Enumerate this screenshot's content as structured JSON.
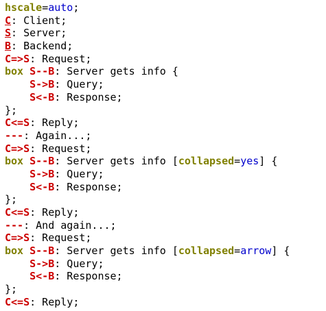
{
  "colors": {
    "keyword": "#808000",
    "entity": "#cc0000",
    "value": "#0000cc",
    "text": "#000000",
    "background": "#ffffff"
  },
  "editor": {
    "lines": [
      [
        {
          "t": "hscale",
          "c": "kw"
        },
        {
          "t": "=",
          "c": "txt"
        },
        {
          "t": "auto",
          "c": "val"
        },
        {
          "t": ";",
          "c": "txt"
        }
      ],
      [
        {
          "t": "C",
          "c": "ent",
          "u": true
        },
        {
          "t": ": Client;",
          "c": "txt"
        }
      ],
      [
        {
          "t": "S",
          "c": "ent",
          "u": true
        },
        {
          "t": ": Server;",
          "c": "txt"
        }
      ],
      [
        {
          "t": "B",
          "c": "ent",
          "u": true
        },
        {
          "t": ": Backend;",
          "c": "txt"
        }
      ],
      [
        {
          "t": "C=>S",
          "c": "ent"
        },
        {
          "t": ": Request;",
          "c": "txt"
        }
      ],
      [
        {
          "t": "box",
          "c": "kw"
        },
        {
          "t": " ",
          "c": "txt"
        },
        {
          "t": "S--B",
          "c": "ent"
        },
        {
          "t": ": Server gets info {",
          "c": "txt"
        }
      ],
      [
        {
          "t": "    ",
          "c": "txt"
        },
        {
          "t": "S->B",
          "c": "ent"
        },
        {
          "t": ": Query;",
          "c": "txt"
        }
      ],
      [
        {
          "t": "    ",
          "c": "txt"
        },
        {
          "t": "S<-B",
          "c": "ent"
        },
        {
          "t": ": Response;",
          "c": "txt"
        }
      ],
      [
        {
          "t": "};",
          "c": "txt"
        }
      ],
      [
        {
          "t": "C<=S",
          "c": "ent"
        },
        {
          "t": ": Reply;",
          "c": "txt"
        }
      ],
      [
        {
          "t": "---",
          "c": "ent"
        },
        {
          "t": ": Again...;",
          "c": "txt"
        }
      ],
      [
        {
          "t": "C=>S",
          "c": "ent"
        },
        {
          "t": ": Request;",
          "c": "txt"
        }
      ],
      [
        {
          "t": "box",
          "c": "kw"
        },
        {
          "t": " ",
          "c": "txt"
        },
        {
          "t": "S--B",
          "c": "ent"
        },
        {
          "t": ": Server gets info [",
          "c": "txt"
        },
        {
          "t": "collapsed",
          "c": "kw"
        },
        {
          "t": "=",
          "c": "txt"
        },
        {
          "t": "yes",
          "c": "val"
        },
        {
          "t": "] {",
          "c": "txt"
        }
      ],
      [
        {
          "t": "    ",
          "c": "txt"
        },
        {
          "t": "S->B",
          "c": "ent"
        },
        {
          "t": ": Query;",
          "c": "txt"
        }
      ],
      [
        {
          "t": "    ",
          "c": "txt"
        },
        {
          "t": "S<-B",
          "c": "ent"
        },
        {
          "t": ": Response;",
          "c": "txt"
        }
      ],
      [
        {
          "t": "};",
          "c": "txt"
        }
      ],
      [
        {
          "t": "C<=S",
          "c": "ent"
        },
        {
          "t": ": Reply;",
          "c": "txt"
        }
      ],
      [
        {
          "t": "---",
          "c": "ent"
        },
        {
          "t": ": And again...;",
          "c": "txt"
        }
      ],
      [
        {
          "t": "C=>S",
          "c": "ent"
        },
        {
          "t": ": Request;",
          "c": "txt"
        }
      ],
      [
        {
          "t": "box",
          "c": "kw"
        },
        {
          "t": " ",
          "c": "txt"
        },
        {
          "t": "S--B",
          "c": "ent"
        },
        {
          "t": ": Server gets info [",
          "c": "txt"
        },
        {
          "t": "collapsed",
          "c": "kw"
        },
        {
          "t": "=",
          "c": "txt"
        },
        {
          "t": "arrow",
          "c": "val"
        },
        {
          "t": "] {",
          "c": "txt"
        }
      ],
      [
        {
          "t": "    ",
          "c": "txt"
        },
        {
          "t": "S->B",
          "c": "ent"
        },
        {
          "t": ": Query;",
          "c": "txt"
        }
      ],
      [
        {
          "t": "    ",
          "c": "txt"
        },
        {
          "t": "S<-B",
          "c": "ent"
        },
        {
          "t": ": Response;",
          "c": "txt"
        }
      ],
      [
        {
          "t": "};",
          "c": "txt"
        }
      ],
      [
        {
          "t": "C<=S",
          "c": "ent"
        },
        {
          "t": ": Reply;",
          "c": "txt"
        }
      ]
    ]
  }
}
